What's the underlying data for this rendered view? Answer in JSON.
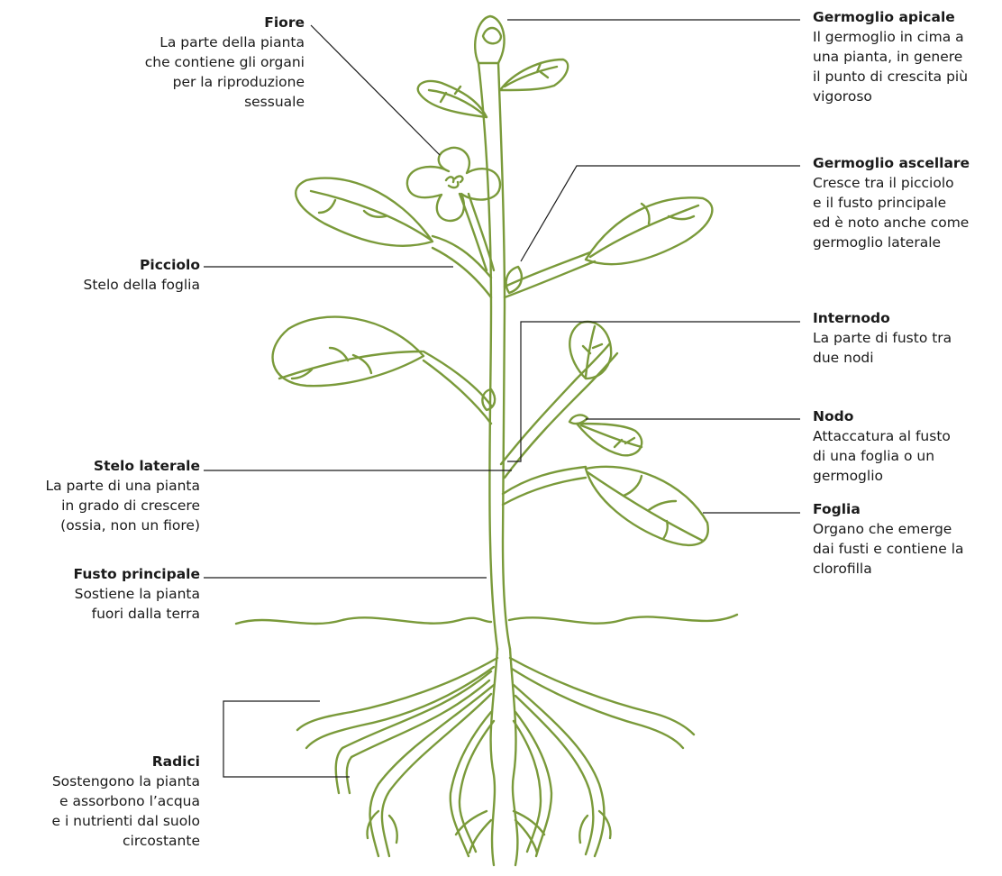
{
  "colors": {
    "plant": "#7a9a3a",
    "leader": "#1a1a1a",
    "text": "#1a1a1a"
  },
  "labels": {
    "fiore": {
      "title": "Fiore",
      "desc": "La parte della pianta\nche contiene gli organi\nper la riproduzione\nsessuale"
    },
    "picciolo": {
      "title": "Picciolo",
      "desc": "Stelo della foglia"
    },
    "stelo_laterale": {
      "title": "Stelo laterale",
      "desc": "La parte di una pianta\nin grado di crescere\n(ossia, non un fiore)"
    },
    "fusto_principale": {
      "title": "Fusto principale",
      "desc": "Sostiene la pianta\nfuori dalla terra"
    },
    "radici": {
      "title": "Radici",
      "desc": "Sostengono la pianta\ne assorbono l’acqua\ne i nutrienti dal suolo\ncircostante"
    },
    "germoglio_apicale": {
      "title": "Germoglio apicale",
      "desc": "Il germoglio in cima a\nuna pianta, in genere\nil punto di crescita più\nvigoroso"
    },
    "germoglio_ascellare": {
      "title": "Germoglio ascellare",
      "desc": "Cresce tra il picciolo\ne il fusto principale\ned è noto anche come\ngermoglio laterale"
    },
    "internodo": {
      "title": "Internodo",
      "desc": "La parte di fusto tra\ndue nodi"
    },
    "nodo": {
      "title": "Nodo",
      "desc": "Attaccatura al fusto\ndi una foglia o un\ngermoglio"
    },
    "foglia": {
      "title": "Foglia",
      "desc": "Organo che emerge\ndai fusti e contiene la\nclorofilla"
    }
  }
}
